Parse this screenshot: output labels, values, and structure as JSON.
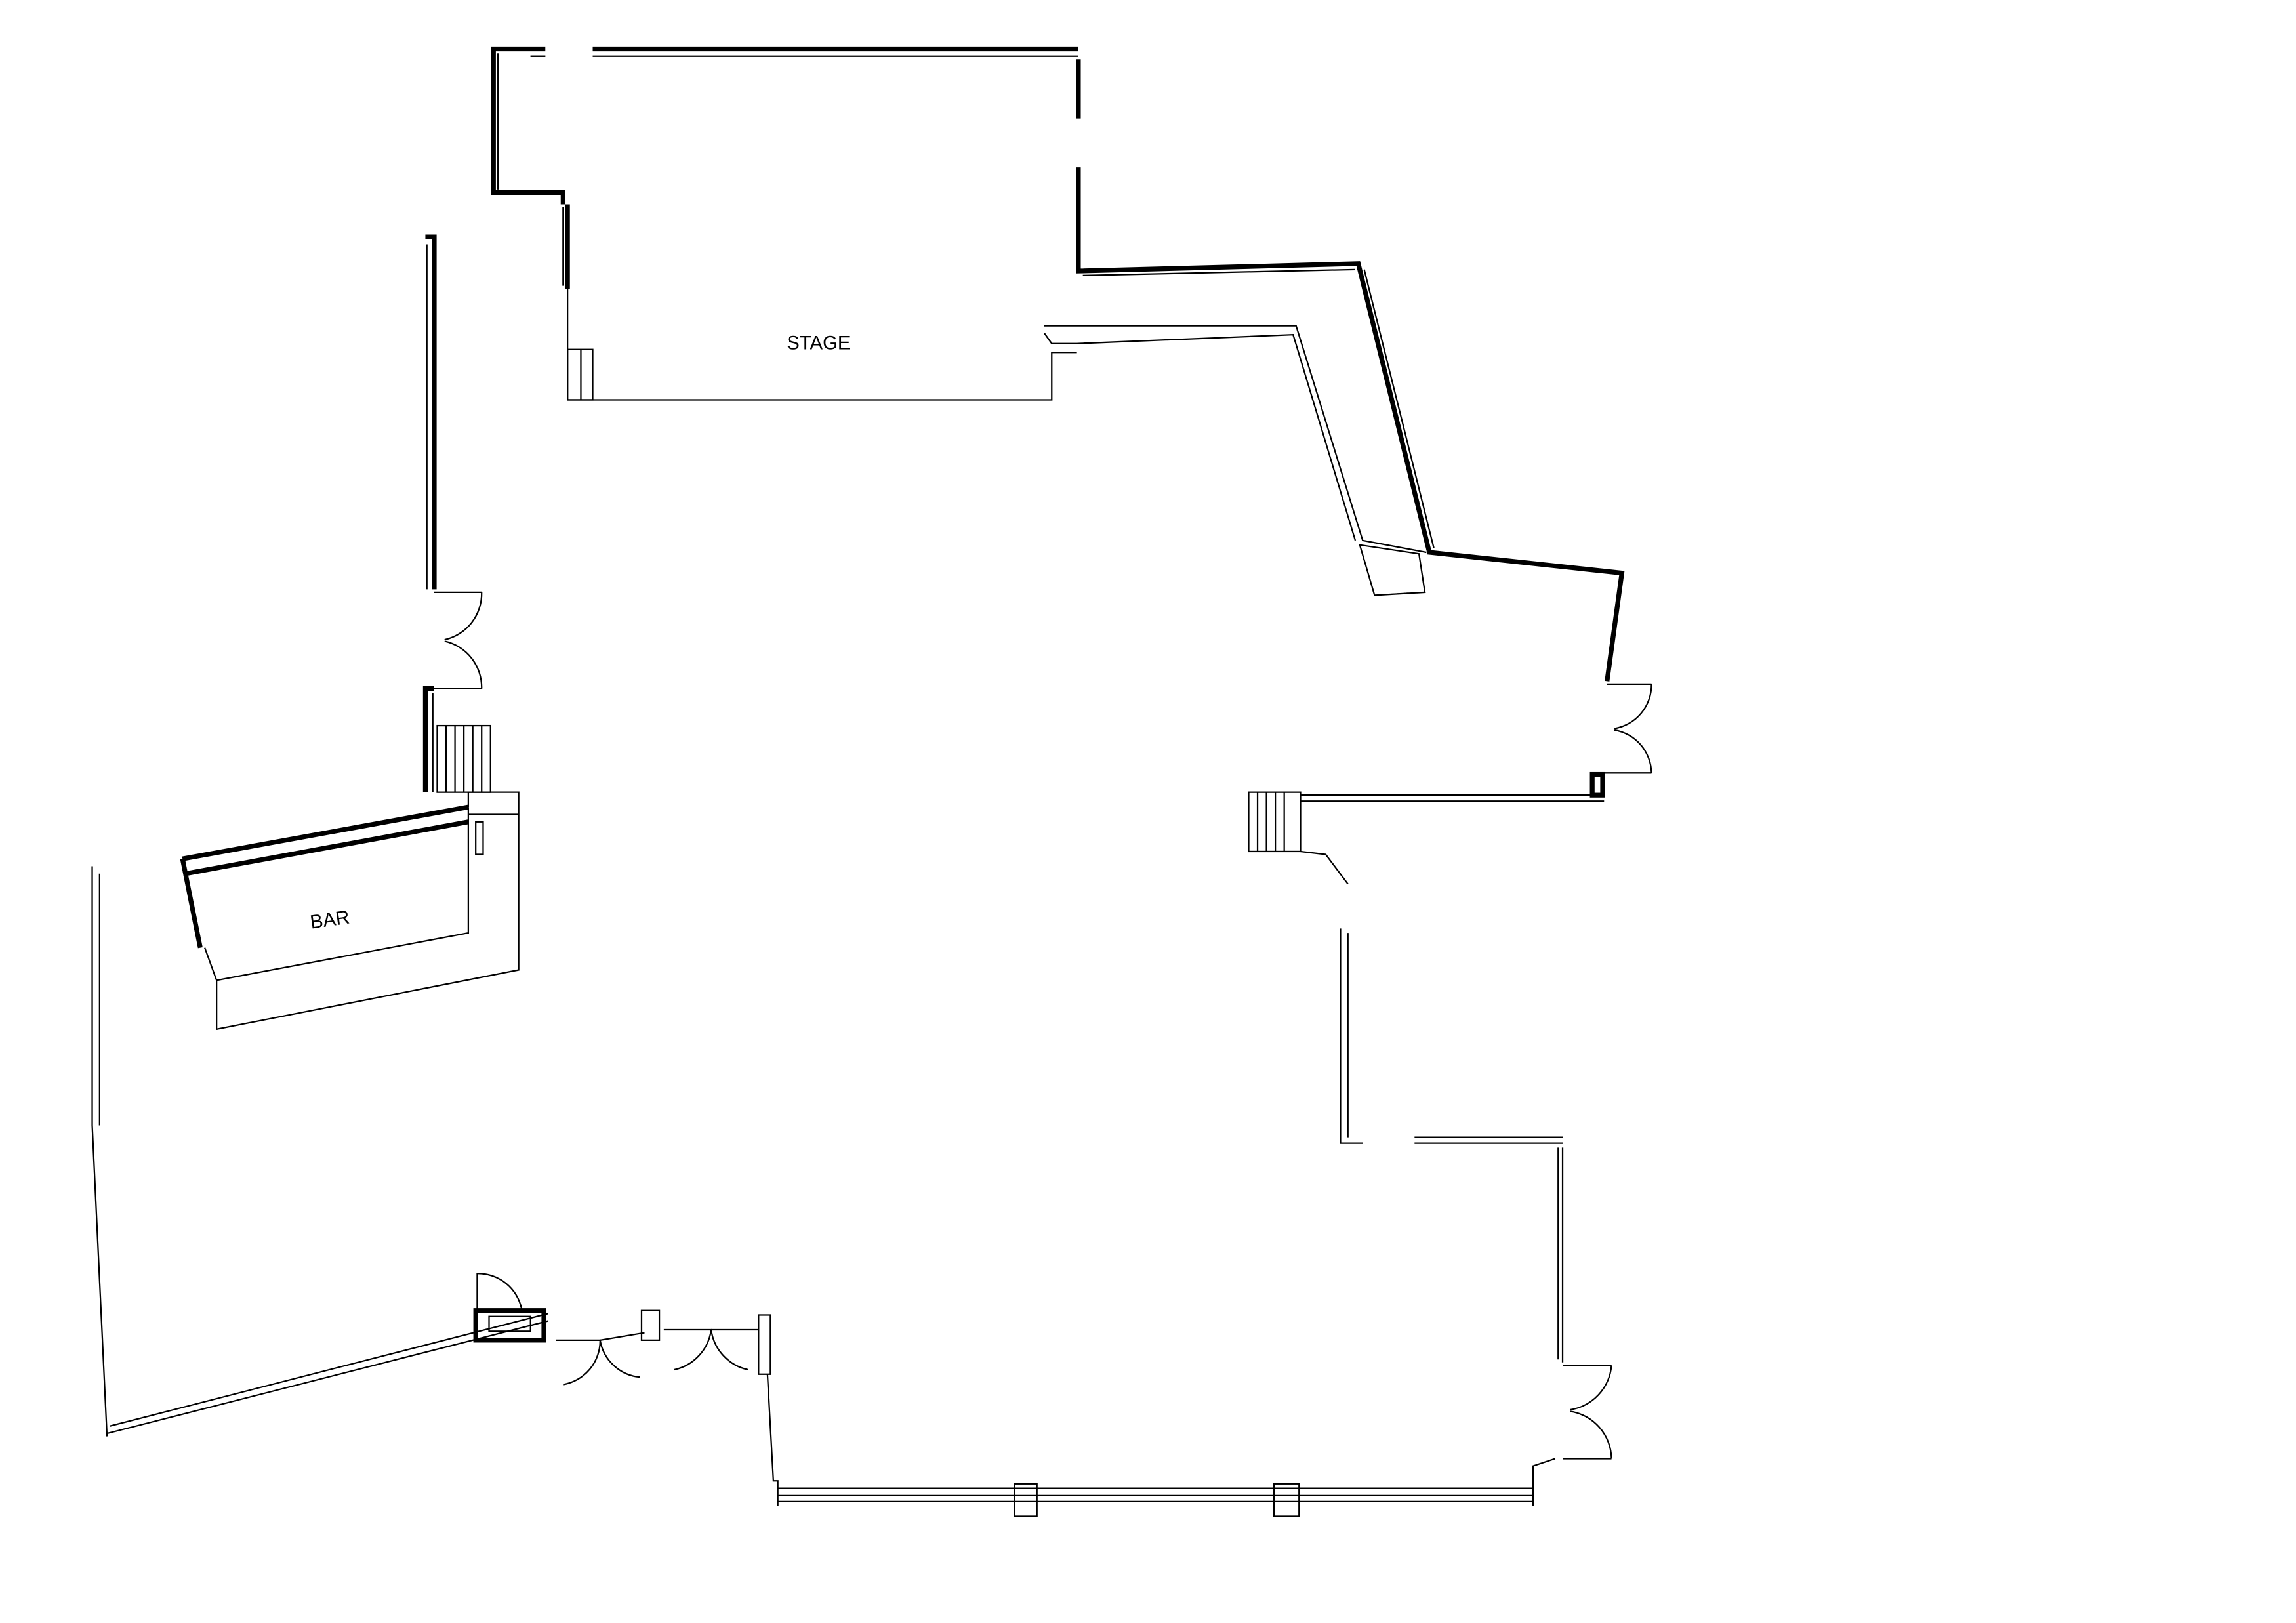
{
  "plan": {
    "rooms": [
      {
        "id": "stage",
        "label": "STAGE"
      },
      {
        "id": "bar",
        "label": "BAR"
      }
    ],
    "colors": {
      "line": "#000000",
      "background": "#ffffff"
    }
  }
}
